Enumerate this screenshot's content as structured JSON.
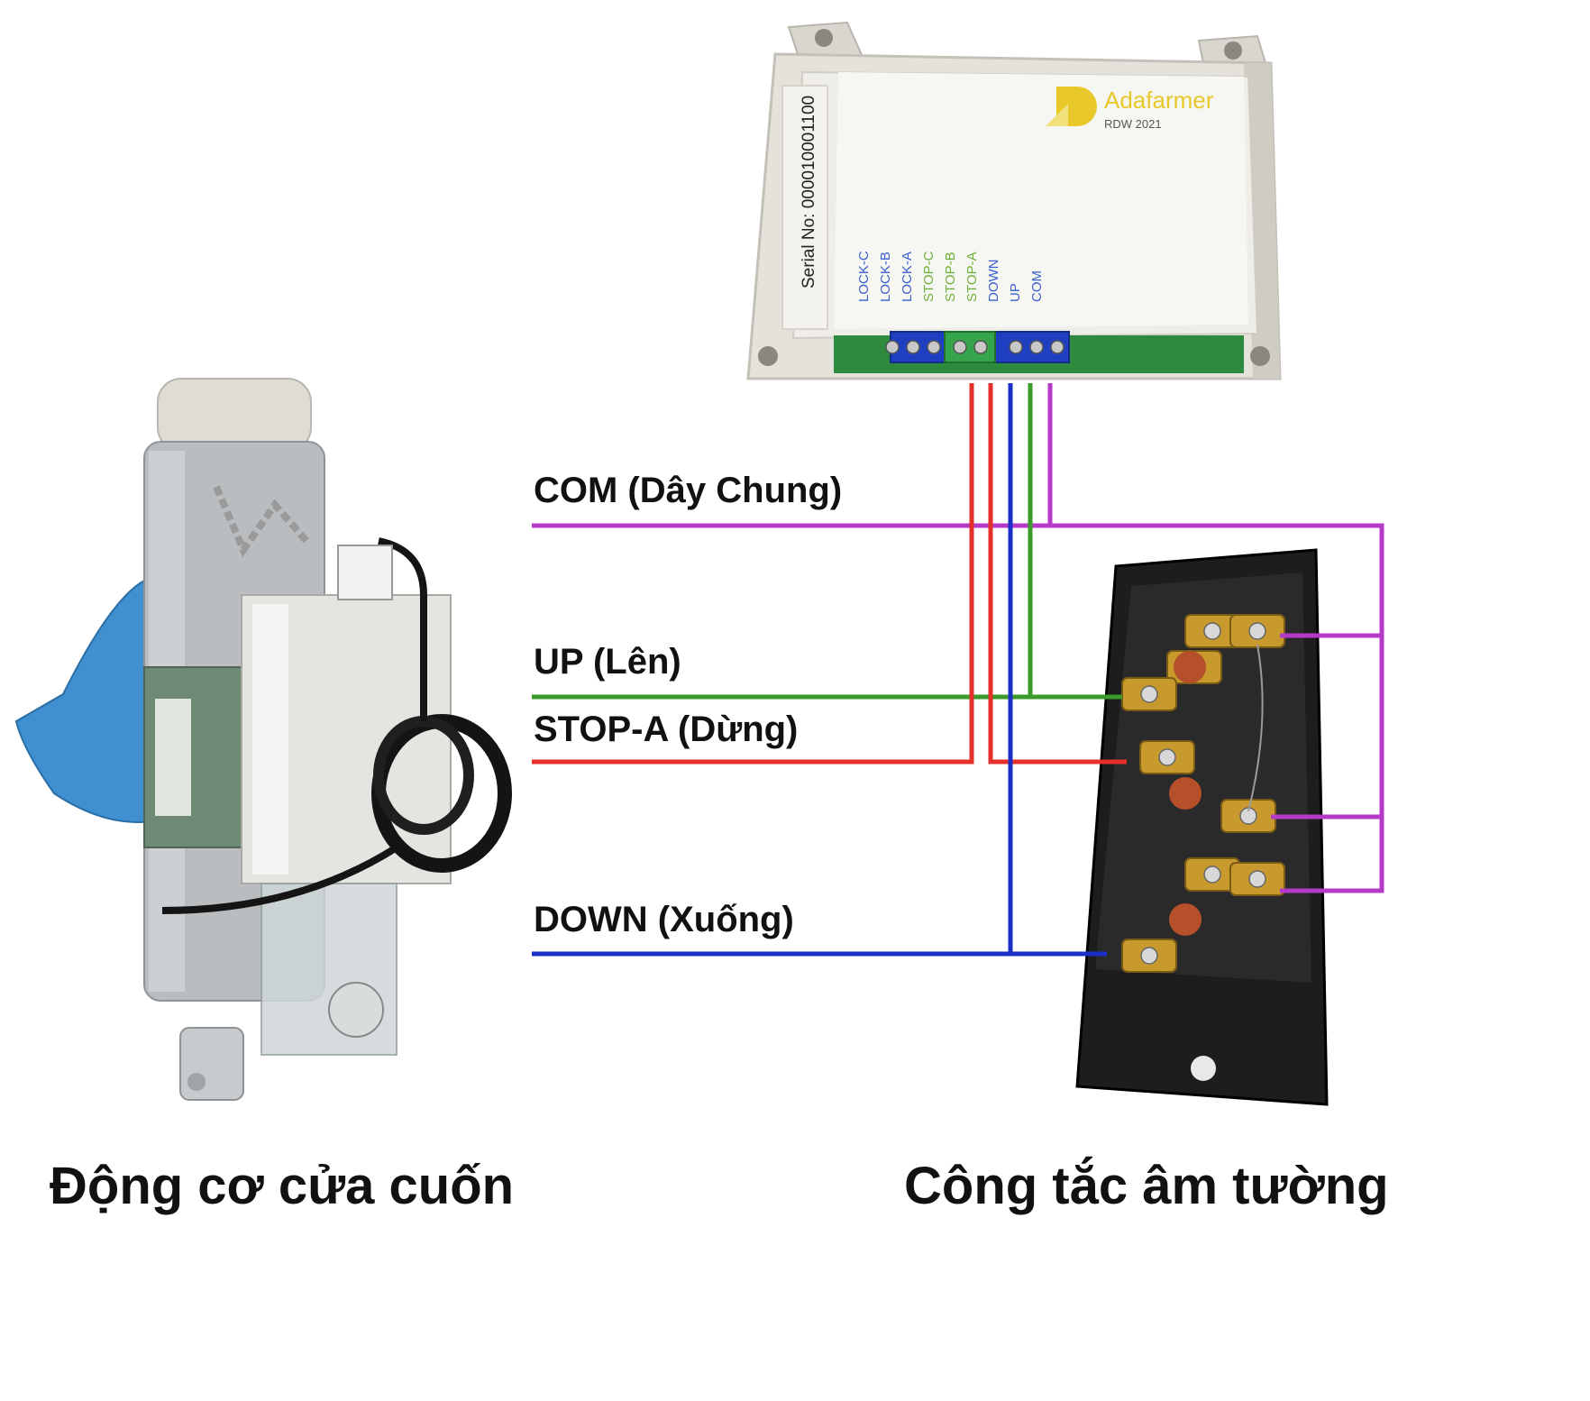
{
  "controller": {
    "brand": "Adafarmer",
    "model": "RDW 2021",
    "serial_text": "Serial No: 000010001100",
    "terminals": [
      "LOCK-C",
      "LOCK-B",
      "LOCK-A",
      "STOP-C",
      "STOP-B",
      "STOP-A",
      "DOWN",
      "UP",
      "COM"
    ]
  },
  "wire_labels": {
    "com": "COM (Dây Chung)",
    "up": "UP (Lên)",
    "stop_a": "STOP-A (Dừng)",
    "down": "DOWN (Xuống)"
  },
  "captions": {
    "motor": "Động cơ cửa cuốn",
    "switch": "Công tắc âm tường"
  },
  "colors": {
    "com": "#b43ac7",
    "up": "#3b9a2a",
    "stop": "#e3302a",
    "down": "#1a2fc8",
    "brand_yellow": "#e8c82a",
    "terminal_label_blue": "#3a5fcf",
    "terminal_label_green": "#6fb23a"
  }
}
